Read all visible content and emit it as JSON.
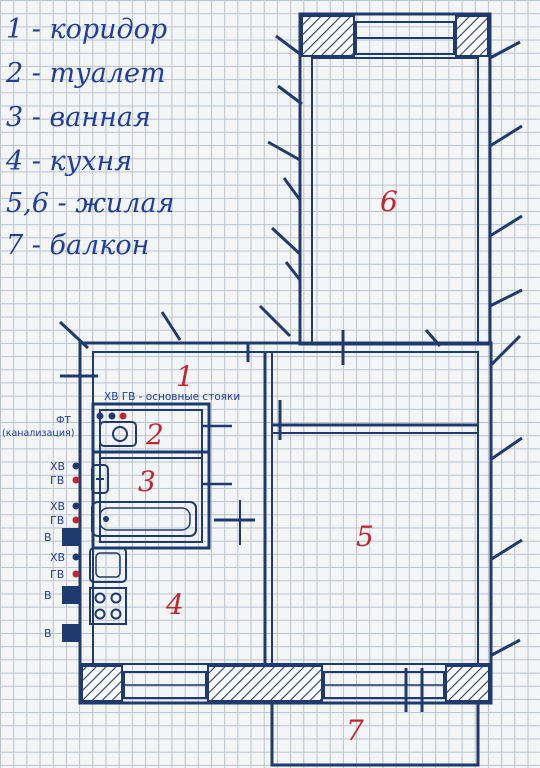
{
  "legend": [
    "1 - коридор",
    "2 - туалет",
    "3 - ванная",
    "4 - кухня",
    "5,6 - жилая",
    "7 - балкон"
  ],
  "rooms": {
    "r1": "1",
    "r2": "2",
    "r3": "3",
    "r4": "4",
    "r5": "5",
    "r6": "6",
    "r7": "7"
  },
  "notes": {
    "risers": "ХВ ГВ - основные стояки",
    "ft": "ФТ",
    "sewer": "(канализация)"
  },
  "pipe_labels": {
    "hv1": "ХВ",
    "gv1": "ГВ",
    "hv2": "ХВ",
    "gv2": "ГВ",
    "v1": "В",
    "hv3": "ХВ",
    "gv3": "ГВ",
    "v2": "В",
    "v3": "В"
  },
  "colors": {
    "ink": "#1f3f9c",
    "wall": "#1f3a6e",
    "room_number": "#c0282f",
    "hot_water_dot": "#c0282f",
    "cold_water_dot": "#1f3a6e"
  }
}
